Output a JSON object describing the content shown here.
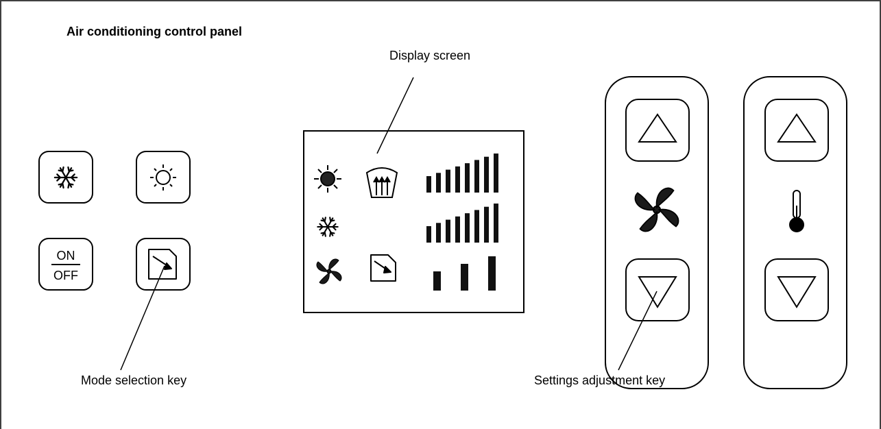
{
  "title": "Air conditioning control panel",
  "labels": {
    "display_screen": "Display screen",
    "mode_selection_key": "Mode selection key",
    "settings_adjustment_key": "Settings adjustment key"
  },
  "keys": {
    "on_text": "ON",
    "off_text": "OFF"
  },
  "icons": {
    "cooling": "snowflake-icon",
    "heating": "sun-icon",
    "power": "on-off-icon",
    "mode": "recirculation-icon",
    "fan": "fan-icon",
    "temperature": "thermometer-icon",
    "defrost": "windshield-defrost-icon",
    "up": "up-triangle-icon",
    "down": "down-triangle-icon"
  },
  "display": {
    "row1_bar_count": 8,
    "row2_bar_count": 8,
    "row3_bar_count": 3
  },
  "colors": {
    "line": "#000000",
    "background": "#ffffff",
    "frame": "#404040"
  }
}
